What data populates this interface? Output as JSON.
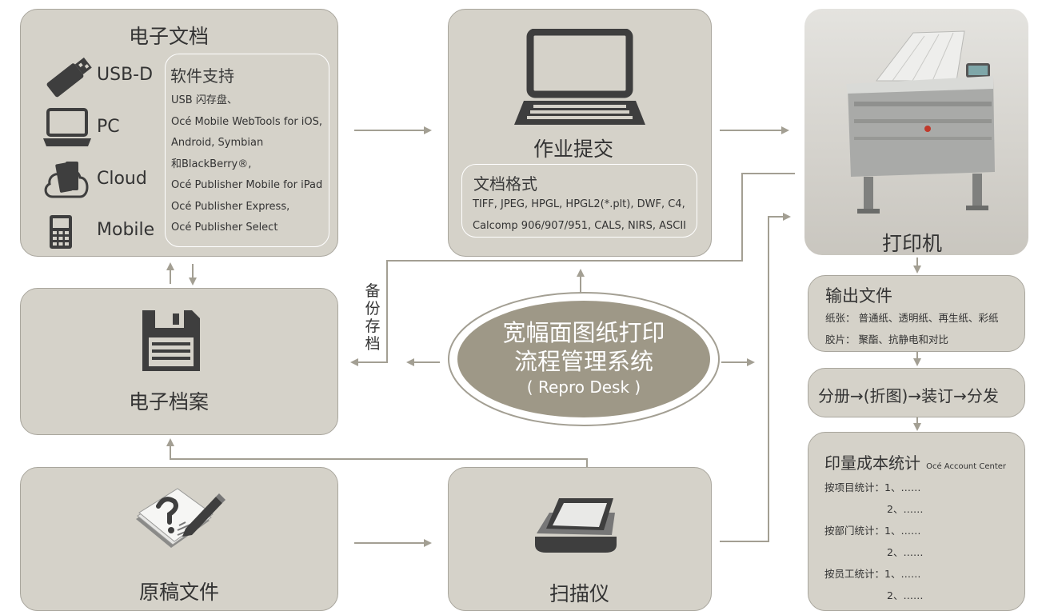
{
  "electronic_docs": {
    "title": "电子文档",
    "sources": [
      {
        "label": "USB-D",
        "icon": "usb-drive-icon"
      },
      {
        "label": "PC",
        "icon": "laptop-icon"
      },
      {
        "label": "Cloud",
        "icon": "cloud-icon"
      },
      {
        "label": "Mobile",
        "icon": "mobile-phone-icon"
      }
    ],
    "software": {
      "title": "软件支持",
      "lines": [
        "USB 闪存盘、",
        "Océ Mobile WebTools for iOS,",
        "Android, Symbian",
        "和BlackBerry®,",
        "Océ Publisher Mobile for iPad",
        "Océ Publisher Express,",
        "Océ Publisher Select"
      ]
    }
  },
  "job_submit": {
    "title": "作业提交",
    "formats": {
      "title": "文档格式",
      "lines": [
        "TIFF, JPEG, HPGL, HPGL2(*.plt), DWF, C4,",
        "Calcomp 906/907/951, CALS, NIRS, ASCII"
      ]
    }
  },
  "printer": {
    "title": "打印机"
  },
  "archive": {
    "title": "电子档案"
  },
  "backup_label": "备份存档",
  "center": {
    "line1": "宽幅面图纸打印",
    "line2": "流程管理系统",
    "line3": "( Repro Desk )"
  },
  "originals": {
    "title": "原稿文件"
  },
  "scanner": {
    "title": "扫描仪"
  },
  "output": {
    "title": "输出文件",
    "lines": [
      "纸张： 普通纸、透明纸、再生纸、彩纸",
      "胶片： 聚酯、抗静电和对比"
    ]
  },
  "finishing": {
    "text": "分册→(折图)→装订→分发"
  },
  "cost": {
    "title": "印量成本统计",
    "subtitle": "Océ Account Center",
    "lines": [
      "按项目统计：1、……",
      "2、……",
      "按部门统计：1、……",
      "2、……",
      "按员工统计：1、……",
      "2、……"
    ]
  },
  "colors": {
    "box": "#d5d2c9",
    "ellipse": "#9e9887",
    "arrow": "#a39f93"
  }
}
